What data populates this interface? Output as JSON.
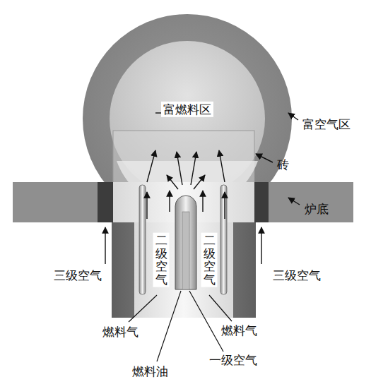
{
  "diagram": {
    "labels": [
      "富燃料区",
      "富空气区",
      "砖",
      "炉底",
      "三级空气",
      "三级空气",
      "二级空气",
      "二级空气",
      "燃料气",
      "燃料气",
      "燃料油",
      "一级空气"
    ]
  }
}
